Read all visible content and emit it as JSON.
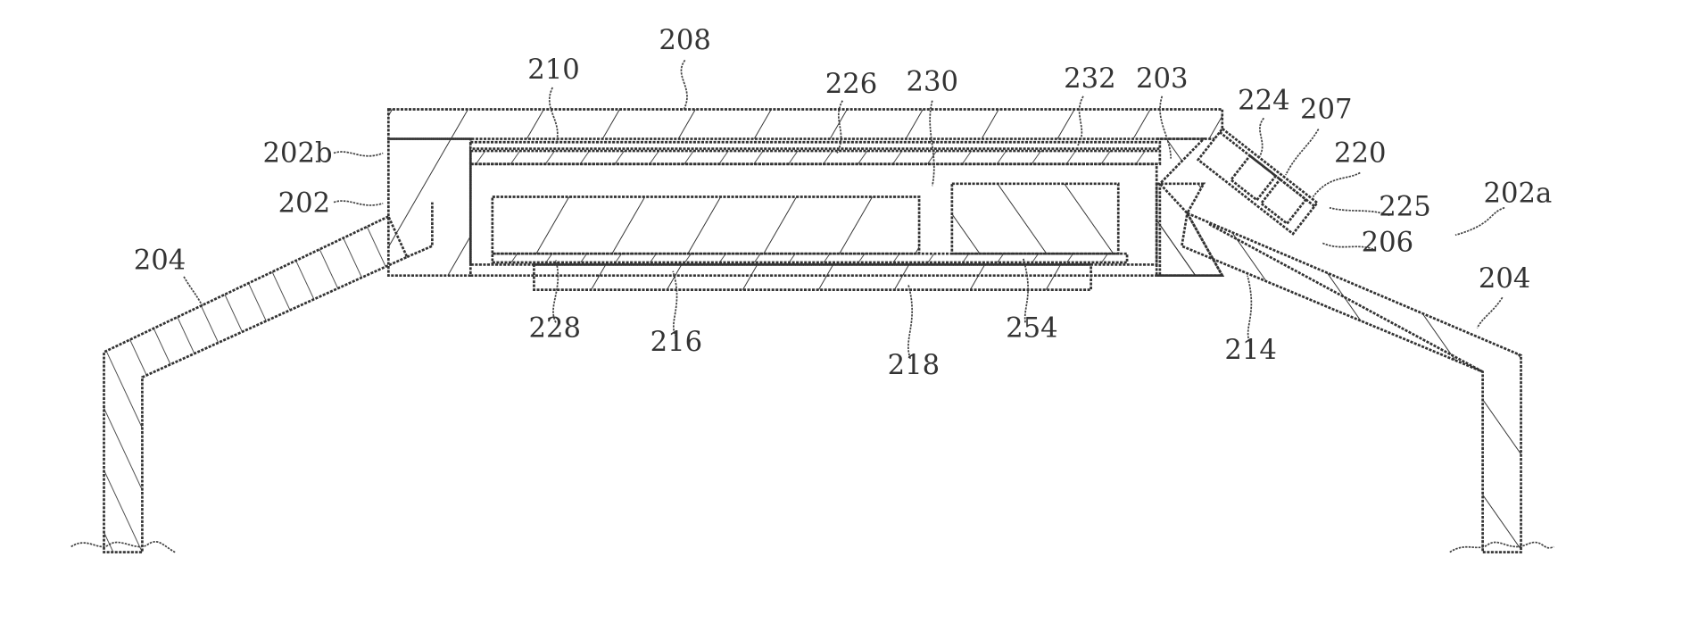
{
  "figure": {
    "labels": {
      "l208": "208",
      "l210": "210",
      "l226": "226",
      "l230": "230",
      "l232": "232",
      "l203": "203",
      "l224": "224",
      "l207": "207",
      "l220": "220",
      "l225": "225",
      "l202a": "202a",
      "l206": "206",
      "l204r": "204",
      "l214": "214",
      "l254": "254",
      "l218": "218",
      "l216": "216",
      "l228": "228",
      "l204l": "204",
      "l202b": "202b",
      "l202": "202"
    },
    "colors": {
      "line": "#333333",
      "background": "#ffffff"
    }
  }
}
